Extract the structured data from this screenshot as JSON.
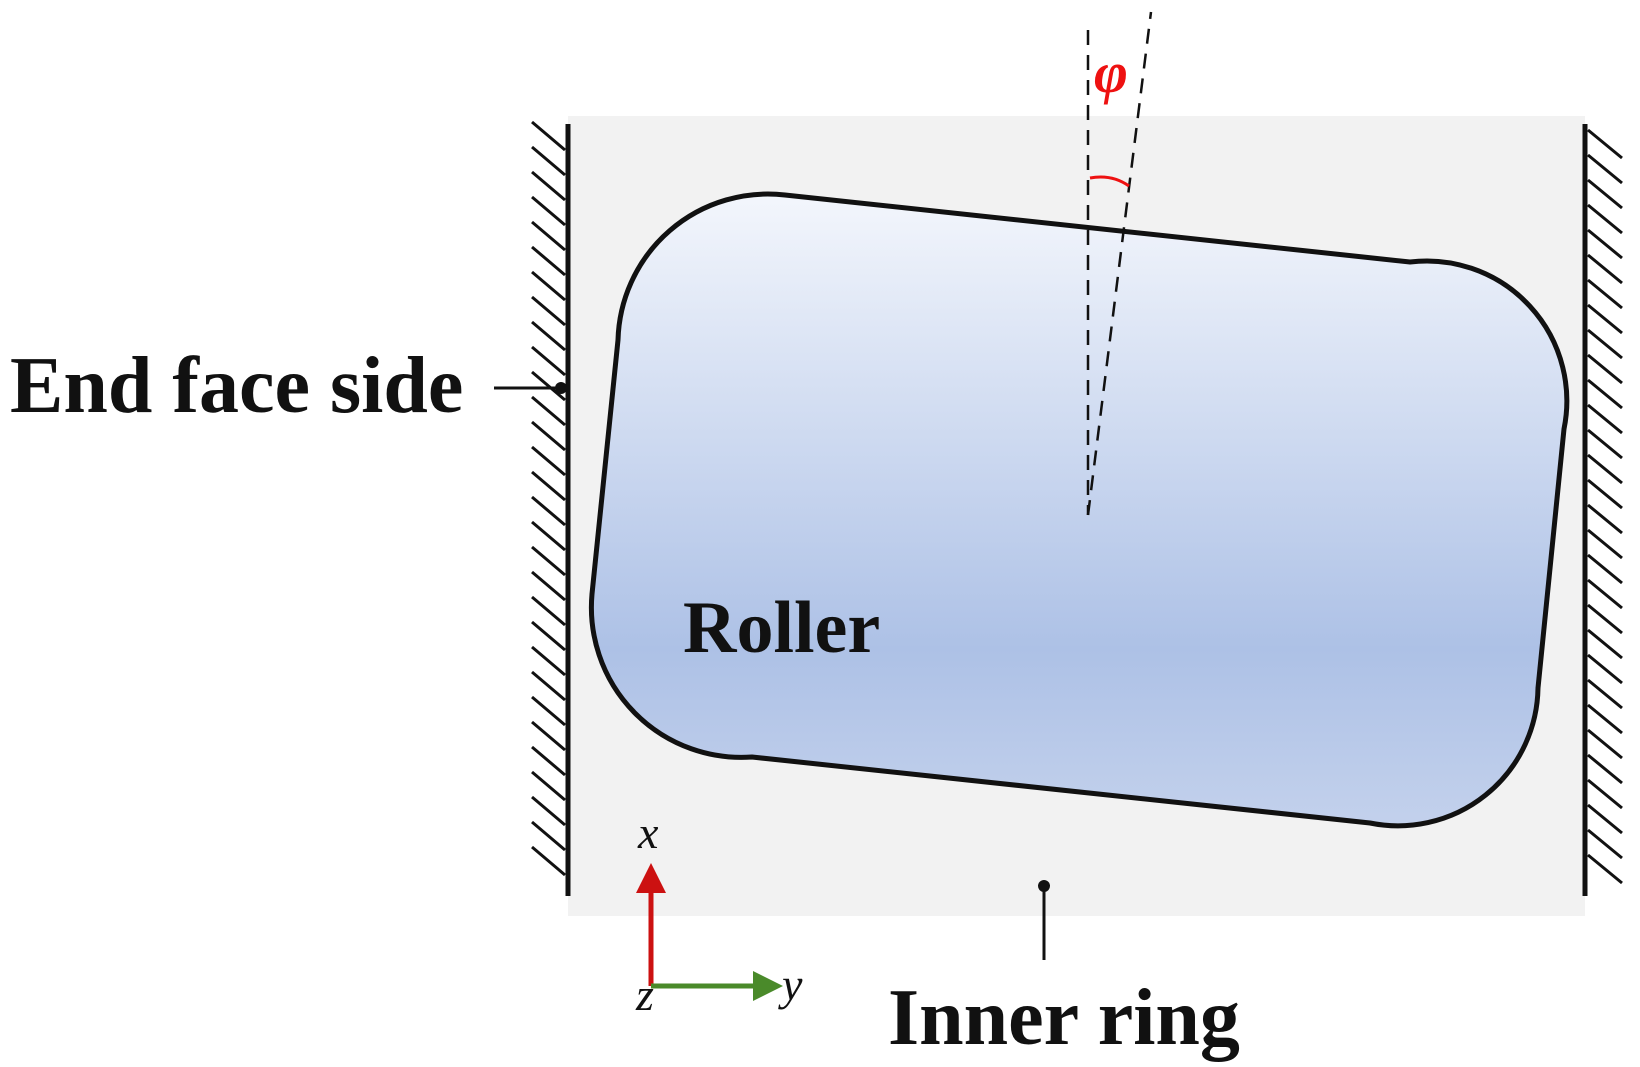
{
  "labels": {
    "end_face_side": "End face side",
    "roller": "Roller",
    "inner_ring": "Inner ring",
    "angle": "φ"
  },
  "axes": {
    "x": "x",
    "y": "y",
    "z": "z"
  },
  "colors": {
    "angle": "#ee1111",
    "x_axis": "#cc1111",
    "y_axis": "#4a8a2a",
    "inner_ring_fill": "#f2f2f2",
    "roller_gradient": [
      "#f3f6fc",
      "#adc1e6",
      "#c3d1ec"
    ],
    "outline": "#111111"
  }
}
